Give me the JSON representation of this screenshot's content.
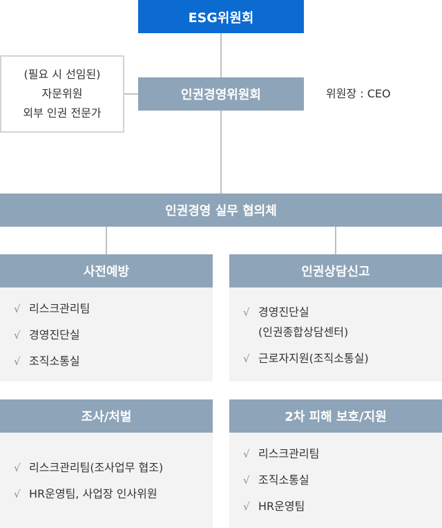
{
  "esg_committee": "ESG위원회",
  "human_rights_committee": "인권경영위원회",
  "advisor": {
    "line1": "(필요 시 선임된)",
    "line2": "자문위원",
    "line3": "외부 인권 전문가"
  },
  "chair": "위원장 : CEO",
  "council": "인권경영 실무 협의체",
  "panels": {
    "prevention": {
      "title": "사전예방",
      "items": [
        "리스크관리팀",
        "경영진단실",
        "조직소통실"
      ]
    },
    "counseling": {
      "title": "인권상담신고",
      "item1": "경영진단실",
      "item1_sub": "(인권종합상담센터)",
      "item2": "근로자지원(조직소통실)"
    },
    "investigation": {
      "title": "조사/처벌",
      "items": [
        "리스크관리팀(조사업무 협조)",
        "HR운영팀, 사업장 인사위원"
      ]
    },
    "protection": {
      "title": "2차 피해 보호/지원",
      "items": [
        "리스크관리팀",
        "조직소통실",
        "HR운영팀"
      ]
    }
  },
  "check_symbol": "√",
  "colors": {
    "esg_blue": "#0b6bd1",
    "slate": "#8ea4b8",
    "panel_bg": "#f3f3f3",
    "connector": "#bfbfbf"
  }
}
